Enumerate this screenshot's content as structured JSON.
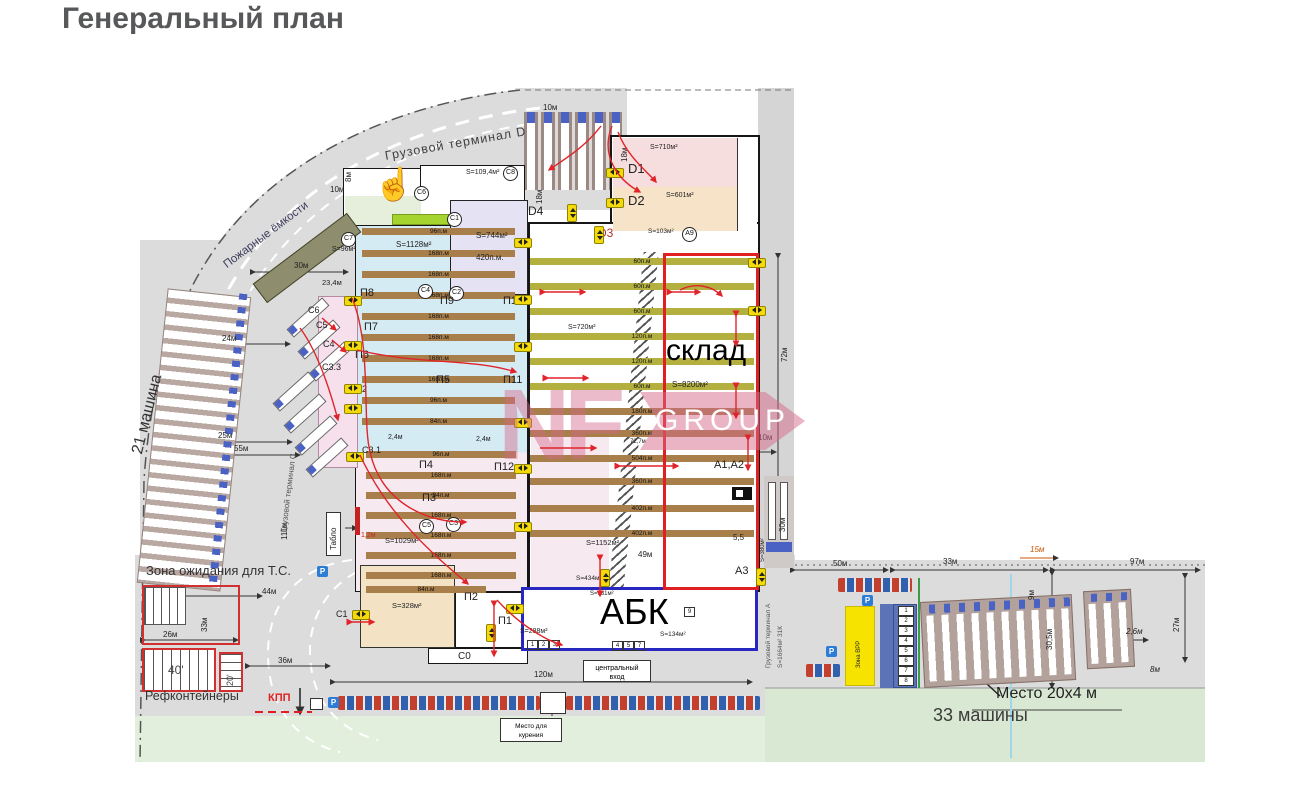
{
  "title": "Генеральный план",
  "watermark": {
    "nf": "NF",
    "group": "GROUP"
  },
  "icons": {
    "p": "P",
    "cursor": "☝"
  },
  "terminals": {
    "d": "Грузовой терминал D",
    "c": "Грузовой терминал С",
    "a": "Грузовой терминал А"
  },
  "site": {
    "fire_tanks": "Пожарные ёмкости",
    "waiting_zone": "Зона ожидания для Т.С.",
    "ref_containers": "Рефконтейнеры",
    "kpp": "КПП",
    "smoking": "Место для курения",
    "entrance": "центральный вход",
    "tablo": "Табло",
    "cars21": "21 машина",
    "cars33": "33 машины",
    "spot": "Место 20х4 м",
    "vrr": "Зона ВРР",
    "c40": "40'",
    "c20": "20'",
    "terminal_a_area": "S=1664м² 31К"
  },
  "zones": {
    "sklad": "склад",
    "sklad_area": "S=8200м²",
    "abk": "АБК"
  },
  "areas": {
    "s109": "S=109,4м²",
    "s96": "S=96м²",
    "s1128": "S=1128м²",
    "s744": "S=744м²",
    "p420": "420п.м.",
    "s720": "S=720м²",
    "s710": "S=710м²",
    "s601": "S=601м²",
    "s103": "S=103м²",
    "s1029": "S=1029м²",
    "s1152": "S=1152м²",
    "s328": "S=328м²",
    "s288": "S=288м²",
    "s434": "S=434м²",
    "s131": "S=131м²",
    "s134": "S=134м²",
    "s380": "S=380м²"
  },
  "racks": {
    "r168": "168п.м",
    "r96": "96п.м",
    "r84": "84п.м",
    "central": [
      "60п.м",
      "60п.м",
      "60п.м",
      "120п.м",
      "120п.м",
      "60п.м",
      "180п.м",
      "360п.м",
      "504п.м",
      "360п.м",
      "402п.м",
      "402п.м"
    ],
    "len727": "72,7м"
  },
  "gates": {
    "p1": "П1",
    "p2": "П2",
    "p3": "П3",
    "p4": "П4",
    "p5": "П5",
    "p6": "П6",
    "p7": "П7",
    "p8": "П8",
    "p9": "П9",
    "p10": "П10",
    "p11": "П11",
    "p12": "П12"
  },
  "marks": {
    "c0": "С0",
    "c1": "С1",
    "c2": "С2",
    "c3": "С3",
    "c4": "С4",
    "c5": "С5",
    "c6": "С6",
    "c7": "С7",
    "c8": "С8",
    "c31": "С3.1",
    "c32": "С3.2",
    "c33": "С3.3",
    "a9": "А9",
    "d1": "D1",
    "d2": "D2",
    "d3": "D3",
    "d4": "D4",
    "a12": "А1,А2",
    "a3": "А3"
  },
  "dims": {
    "m30": "30м",
    "m234": "23,4м",
    "m8": "8м",
    "m10": "10м",
    "m24": "24м",
    "m25": "25м",
    "m55": "55м",
    "m111": "111м",
    "m44": "44м",
    "m33": "33м",
    "m26": "26м",
    "m36": "36м",
    "m120": "120м",
    "m18": "18м",
    "m72": "72м",
    "m305": "30,5м",
    "m55d": "5,5",
    "m49": "49м",
    "m24s": "2,4м",
    "m12": "1,2м",
    "m50": "50м",
    "m15": "15м",
    "m97": "97м",
    "m9": "9м",
    "m27": "27м",
    "m26s": "2,6м"
  },
  "panel": [
    "1",
    "2",
    "3",
    "4",
    "5",
    "6",
    "7",
    "8"
  ],
  "abk_rooms": [
    "1",
    "2",
    "3",
    "4",
    "5",
    "7",
    "9"
  ]
}
